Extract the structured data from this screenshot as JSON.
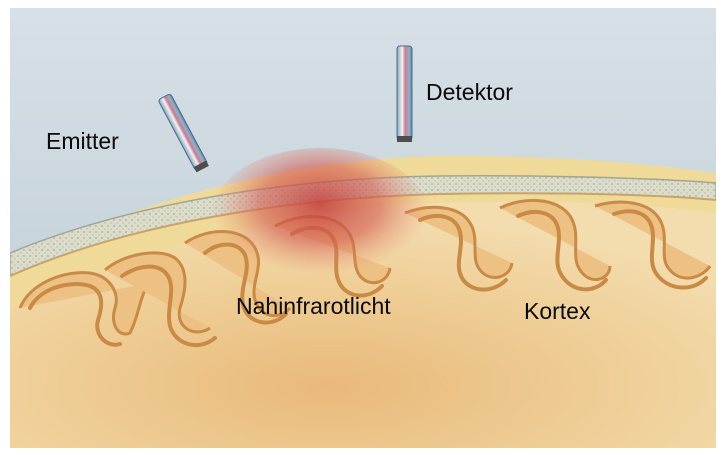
{
  "figure": {
    "labels": {
      "emitter": "Emitter",
      "detektor": "Detektor",
      "nahinfrarotlicht": "Nahinfrarotlicht",
      "kortex": "Kortex"
    },
    "colors": {
      "background": "#c9d6de",
      "scalp": "#f1dc9d",
      "bone": "#e2e2d3",
      "brain": "#ecc58a",
      "gyrus_outline": "#c98a45",
      "nir_glow": "#c84a4a"
    }
  }
}
